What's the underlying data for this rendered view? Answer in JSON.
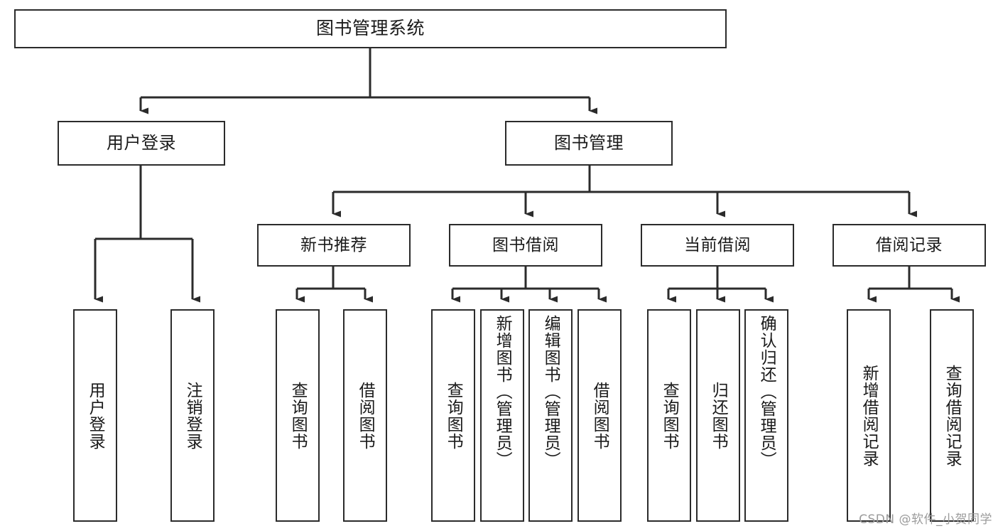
{
  "diagram": {
    "title": "图书管理系统",
    "type": "tree-hierarchy-chart",
    "watermark": "CSDN @软件_小贺同学",
    "colors": {
      "box_border": "#2b2b2b",
      "box_fill": "#ffffff",
      "connector": "#2b2b2b",
      "text": "#1a1a1a",
      "watermark": "#9b9b9b",
      "background": "#ffffff"
    },
    "root": {
      "label": "图书管理系统"
    },
    "level2": [
      {
        "label": "用户登录"
      },
      {
        "label": "图书管理"
      }
    ],
    "level3": [
      {
        "label": "新书推荐"
      },
      {
        "label": "图书借阅"
      },
      {
        "label": "当前借阅"
      },
      {
        "label": "借阅记录"
      }
    ],
    "leaves": {
      "user_login": [
        {
          "label": "用户登录"
        },
        {
          "label": "注销登录"
        }
      ],
      "new_book_recommend": [
        {
          "label": "查询图书"
        },
        {
          "label": "借阅图书"
        }
      ],
      "book_borrow": [
        {
          "label": "查询图书"
        },
        {
          "label": "新增图书（管理员）"
        },
        {
          "label": "编辑图书（管理员）"
        },
        {
          "label": "借阅图书"
        }
      ],
      "current_borrow": [
        {
          "label": "查询图书"
        },
        {
          "label": "归还图书"
        },
        {
          "label": "确认归还（管理员）"
        }
      ],
      "borrow_record": [
        {
          "label": "新增借阅记录"
        },
        {
          "label": "查询借阅记录"
        }
      ]
    }
  }
}
